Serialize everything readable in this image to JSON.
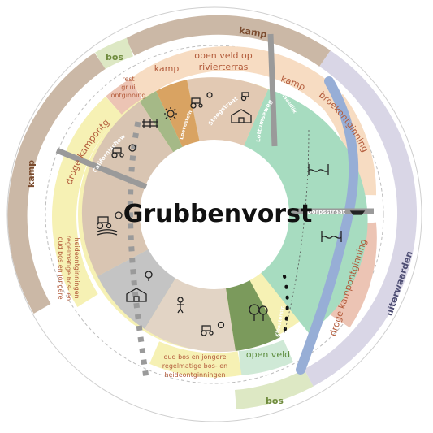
{
  "title": "Grubbenvorst",
  "outer_ring": {
    "kamp_top": "kamp",
    "kamp_left": "kamp",
    "bos_top": "bos",
    "bos_bottom": "bos",
    "uiterwaarden": "uiterwaarden"
  },
  "middle_ring": {
    "rest_ontginning": [
      "rest",
      "gr.ui",
      "ontginning"
    ],
    "kamp_a": "kamp",
    "open_veld_rivierterras": [
      "open veld op",
      "rivierterras"
    ],
    "kamp_b": "kamp",
    "broekontginning": "broekontginning",
    "droge_kampontginning_left": "droge kampontginning",
    "oud_bos_left": [
      "oud bos en jongere",
      "regelmatige bos- en",
      "heideontginningen"
    ],
    "droge_kampontginning_right": "droge kampontginning",
    "oud_bos_bottom": [
      "oud bos en jongere",
      "regelmatige bos- en",
      "heideontginningen"
    ],
    "open_veld": "open veld"
  },
  "streets": {
    "californischeweg": "Californischeweg",
    "steegstraat": "Steegstraat",
    "lottumseweg": "Lottumseweg",
    "dorpsstraat": "Dorpsstraat",
    "small_top": "Loevestein",
    "small_right": "Maasdijk",
    "small_bottom": "Kloosterstr."
  },
  "colors": {
    "kamp_brown": "#cbb8a6",
    "bos_green": "#dde8c4",
    "uiterwaarden_lavender": "#d9d6e6",
    "light_yellow": "#f6f1b4",
    "light_peach": "#f7dcc2",
    "pink_salmon": "#ecc4b4",
    "mint_green": "#a7dcc0",
    "olive_green": "#a5b987",
    "dark_green": "#7b9a5c",
    "gray": "#c4c4c4",
    "orange": "#d9a362",
    "river_blue": "#97aed6",
    "road_gray": "#9a9a9a"
  }
}
